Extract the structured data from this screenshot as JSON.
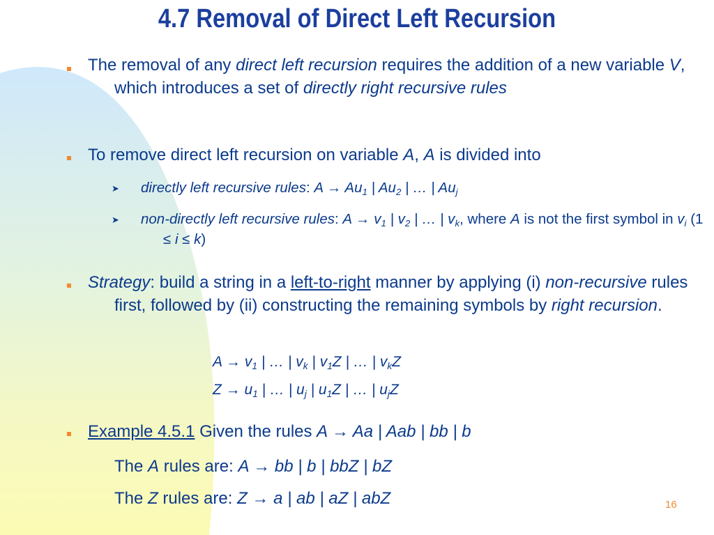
{
  "colors": {
    "text": "#0b3a8c",
    "title": "#1c3f9e",
    "bullet": "#f08a30",
    "page_number": "#f08a30"
  },
  "icons": {
    "bullet": "orange-square-bullet",
    "sub_bullet": "arrowhead-bullet"
  },
  "slide": {
    "title": "4.7  Removal of Direct Left Recursion",
    "page_number": "16",
    "bullet_1": {
      "t1": "The removal of any ",
      "t2": "direct left recursion",
      "t3": " requires the addition of a new variable ",
      "t4": "V",
      "t5": ", which introduces a set of ",
      "t6": "directly right recursive rules"
    },
    "bullet_2": {
      "t1": "To remove direct left recursion on variable ",
      "t2": "A",
      "t3": ", ",
      "t4": "A",
      "t5": " is divided into"
    },
    "sub_1": {
      "label": "directly left recursive rules",
      "colon": ":   ",
      "formula_start": "A → Au",
      "s1": "1",
      "f2": " | Au",
      "s2": "2",
      "f3": " |  … | Au",
      "sj": "j"
    },
    "sub_2": {
      "label": "non-directly left recursive rules",
      "colon": ":  ",
      "formula_start": "A → v",
      "s1": "1",
      "f2": " | v",
      "s2": "2",
      "f3": " |  … | v",
      "sk": "k",
      "t_where": ", where ",
      "t_A": "A",
      "t_rest": " is not the first symbol in ",
      "t_v": "v",
      "t_i": "i",
      "t_paren": " (1 ≤ ",
      "t_i2": "i",
      "t_le": " ≤ ",
      "t_k": "k",
      "t_close": ")"
    },
    "bullet_3": {
      "t1": "Strategy",
      "t2": ": build a string in a ",
      "t3": "left-to-right",
      "t4": " manner by applying (i) ",
      "t5": "non-recursive",
      "t6": " rules first, followed by (ii) constructing the remaining symbols by ",
      "t7": "right recursion",
      "t8": "."
    },
    "formula_1": {
      "a": "A → v",
      "s1": "1",
      "b": " | … | v",
      "sk": "k",
      "c": " | v",
      "s1b": "1",
      "d": "Z | … | v",
      "skb": "k",
      "e": "Z"
    },
    "formula_2": {
      "a": "Z → u",
      "s1": "1",
      "b": " | … | u",
      "sj": "j",
      "c": " | u",
      "s1b": "1",
      "d": "Z | … | u",
      "sjb": "j",
      "e": "Z"
    },
    "bullet_4": {
      "link": "Example 4.5.1",
      "t1": " Given the rules ",
      "t2": "A → Aa | Aab | bb | b"
    },
    "a_rules": {
      "t1": "The ",
      "t2": "A",
      "t3": " rules are: ",
      "t4": "A → bb | b | bbZ | bZ"
    },
    "z_rules": {
      "t1": "The ",
      "t2": "Z",
      "t3": " rules are: ",
      "t4": "Z → a | ab | aZ | abZ"
    }
  }
}
